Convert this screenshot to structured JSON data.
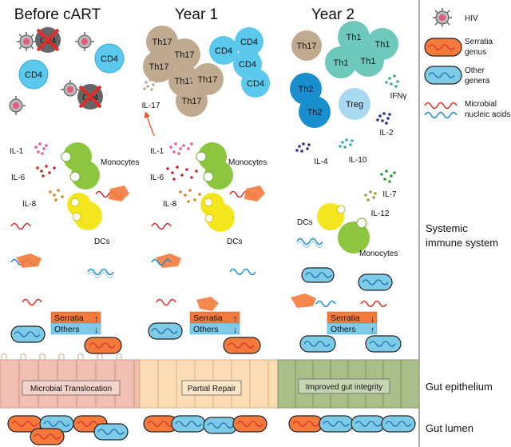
{
  "headers": {
    "col1": "Before cART",
    "col2": "Year 1",
    "col3": "Year 2"
  },
  "cells": {
    "cd4": "CD4",
    "th17": "Th17",
    "th1": "Th1",
    "th2": "Th2",
    "treg": "Treg"
  },
  "cytokines": {
    "il1": "IL-1",
    "il6": "IL-6",
    "il8": "IL-8",
    "il17": "IL-17",
    "ifng": "IFNγ",
    "il2": "IL-2",
    "il4": "IL-4",
    "il10": "IL-10",
    "il7": "IL-7",
    "il12": "IL-12"
  },
  "labels": {
    "monocytes": "Monocytes",
    "dcs": "DCs",
    "serratia": "Serratia",
    "others": "Others"
  },
  "epithelium_boxes": {
    "col1": "Microbial Translocation",
    "col2": "Partial Repair",
    "col3": "Improved gut integrity"
  },
  "legend": {
    "hiv": "HIV",
    "serratia_line1": "Serratia",
    "serratia_line2": "genus",
    "other_line1": "Other",
    "other_line2": "genera",
    "nucleic_line1": "Microbial",
    "nucleic_line2": "nucleic acids"
  },
  "regions": {
    "systemic_line1": "Systemic",
    "systemic_line2": "immune system",
    "epithelium": "Gut epithelium",
    "lumen": "Gut lumen"
  },
  "colors": {
    "cd4": "#5bc8ee",
    "th17": "#bfa98f",
    "th1": "#6ec8bc",
    "th2": "#1a8fd0",
    "treg": "#a9d9ee",
    "monocyte": "#8cc63f",
    "dc": "#f5e51e",
    "serratia": "#f47a3c",
    "other": "#7ecbe8",
    "epi_col1": "#f2bfb3",
    "epi_col2": "#fbdcb4",
    "epi_col3": "#a9bf8a"
  }
}
